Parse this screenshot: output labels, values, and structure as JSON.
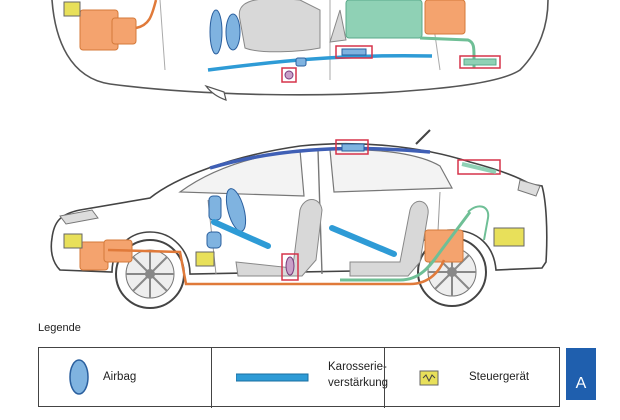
{
  "legend": {
    "title": "Legende",
    "items": [
      {
        "label": "Airbag",
        "icon": "airbag-icon"
      },
      {
        "label_line1": "Karosserie-",
        "label_line2": "verstärkung",
        "icon": "body-reinforcement-icon"
      },
      {
        "label": "Steuergerät",
        "icon": "control-unit-icon"
      }
    ]
  },
  "page_tab": {
    "label": "A"
  },
  "colors": {
    "airbag": "#7fb3e0",
    "reinforcement": "#2e9bd6",
    "reinforcement_roof": "#3f5fb5",
    "high_voltage": "#e07a3a",
    "battery_fill": "#f4a36e",
    "inverter_fill": "#8fd1b5",
    "cooling_line": "#6fbf96",
    "control_unit": "#e8e05a",
    "seatbelt_marker": "#d6334a",
    "tab": "#1f5fae"
  }
}
